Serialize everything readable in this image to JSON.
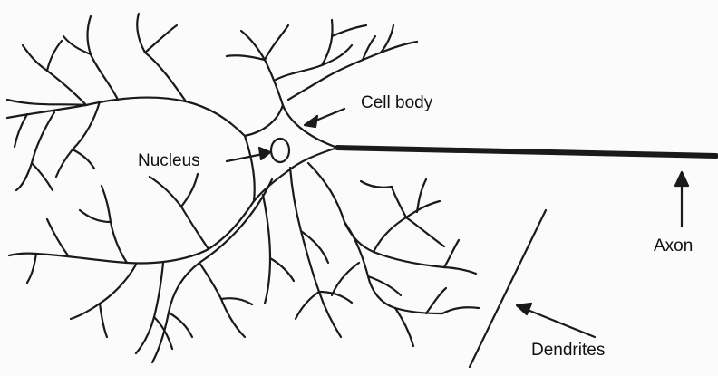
{
  "labels": {
    "cell_body": "Cell body",
    "nucleus": "Nucleus",
    "axon": "Axon",
    "dendrites": "Dendrites"
  },
  "colors": {
    "line": "#1a1a1a",
    "background": "#fbfbfb"
  }
}
